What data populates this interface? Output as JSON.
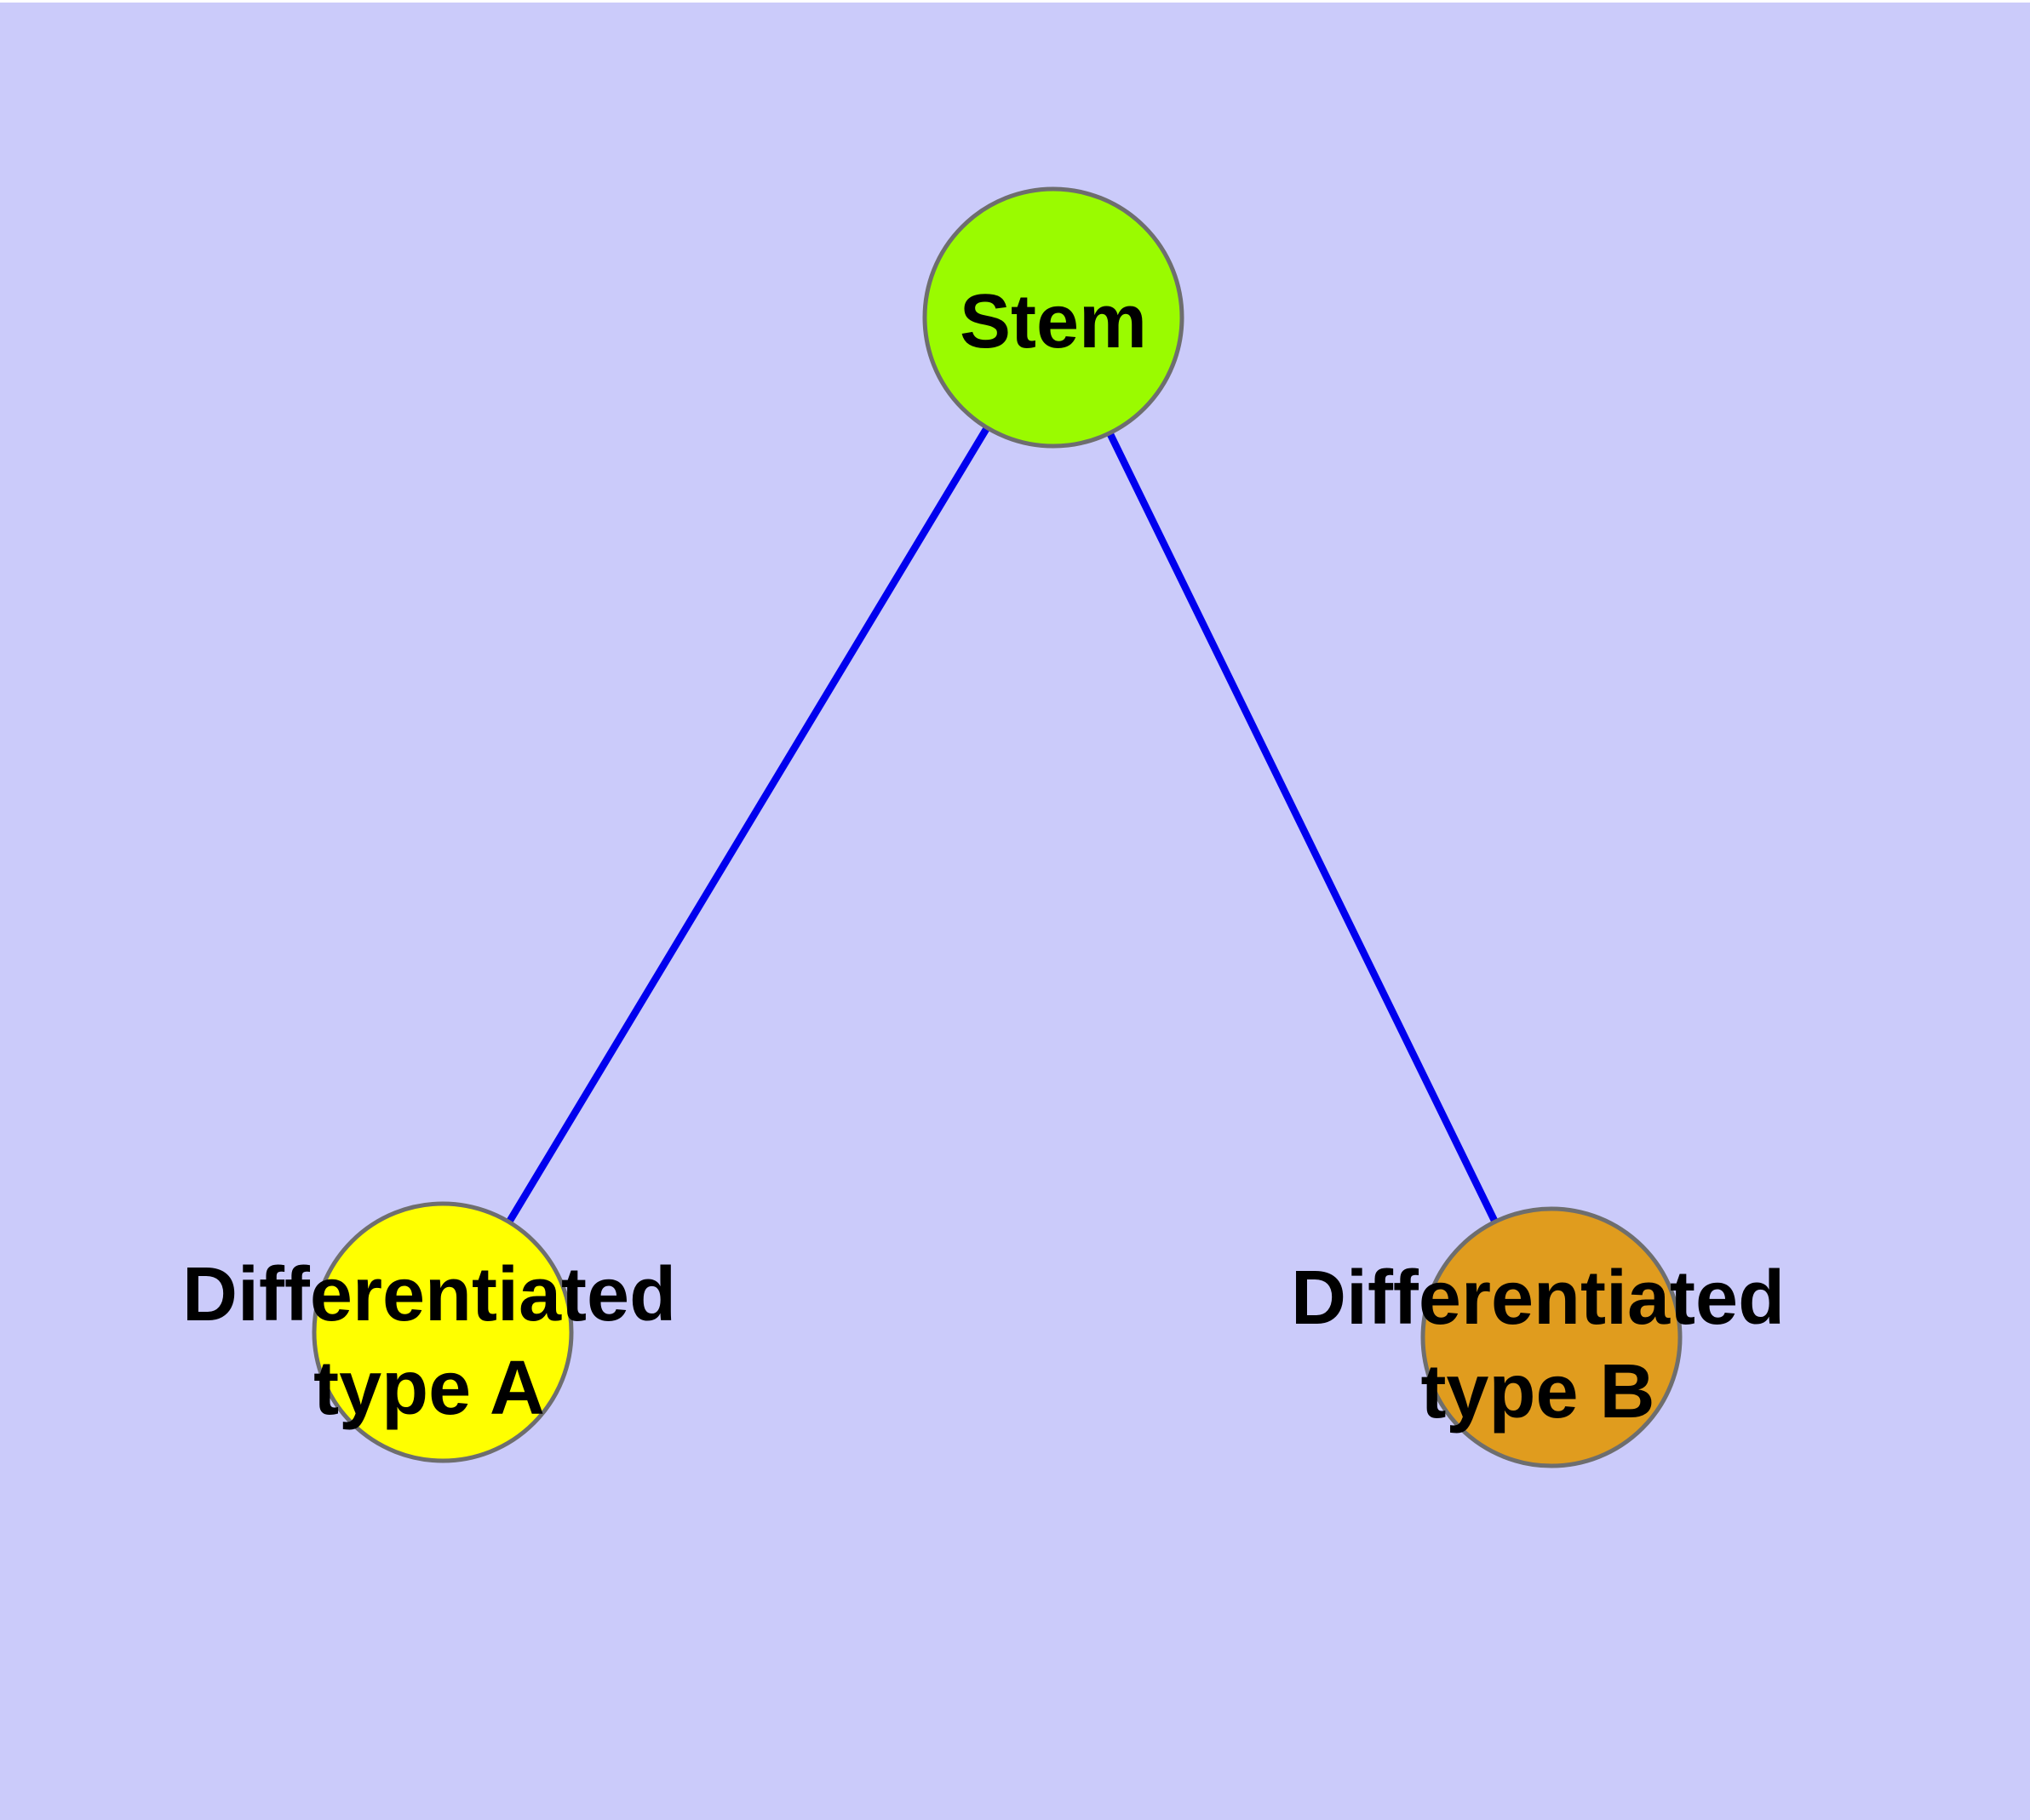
{
  "diagram": {
    "type": "node-link-graph",
    "background_color": "#CBCBFA",
    "edge_color": "#0000EE",
    "node_border_color": "#6E6E6E",
    "label_color": "#000000",
    "nodes": [
      {
        "id": "stem",
        "label_lines": [
          "Stem"
        ],
        "fill_color": "#9AFB00"
      },
      {
        "id": "differentiated-type-a",
        "label_lines": [
          "Differentiated",
          "type A"
        ],
        "fill_color": "#FFFF00"
      },
      {
        "id": "differentiated-type-b",
        "label_lines": [
          "Differentiated",
          "type B"
        ],
        "fill_color": "#E09C1E"
      }
    ],
    "edges": [
      {
        "from": "Stem",
        "to": "Differentiated type A"
      },
      {
        "from": "Stem",
        "to": "Differentiated type B"
      }
    ]
  }
}
